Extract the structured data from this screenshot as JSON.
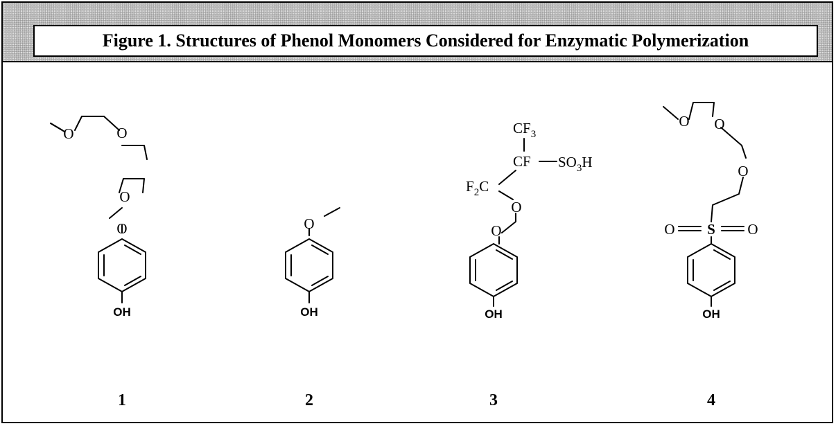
{
  "figure": {
    "title": "Figure 1.  Structures of Phenol Monomers Considered for Enzymatic Polymerization"
  },
  "structures": [
    {
      "number": "1",
      "labels": {
        "o1": "O",
        "o2": "O",
        "o3": "O",
        "o4": "O",
        "oh": "OH"
      }
    },
    {
      "number": "2",
      "labels": {
        "o1": "O",
        "oh": "OH"
      }
    },
    {
      "number": "3",
      "labels": {
        "cf3_base": "CF",
        "cf3_sub": "3",
        "cf": "CF",
        "so3h_a": "SO",
        "so3h_sub": "3",
        "so3h_b": "H",
        "f2c_a": "F",
        "f2c_sub": "2",
        "f2c_b": "C",
        "o1": "O",
        "o2": "O",
        "oh": "OH"
      }
    },
    {
      "number": "4",
      "labels": {
        "o1": "O",
        "o2": "O",
        "o3": "O",
        "s": "S",
        "so_left": "O",
        "so_right": "O",
        "oh": "OH"
      }
    }
  ]
}
